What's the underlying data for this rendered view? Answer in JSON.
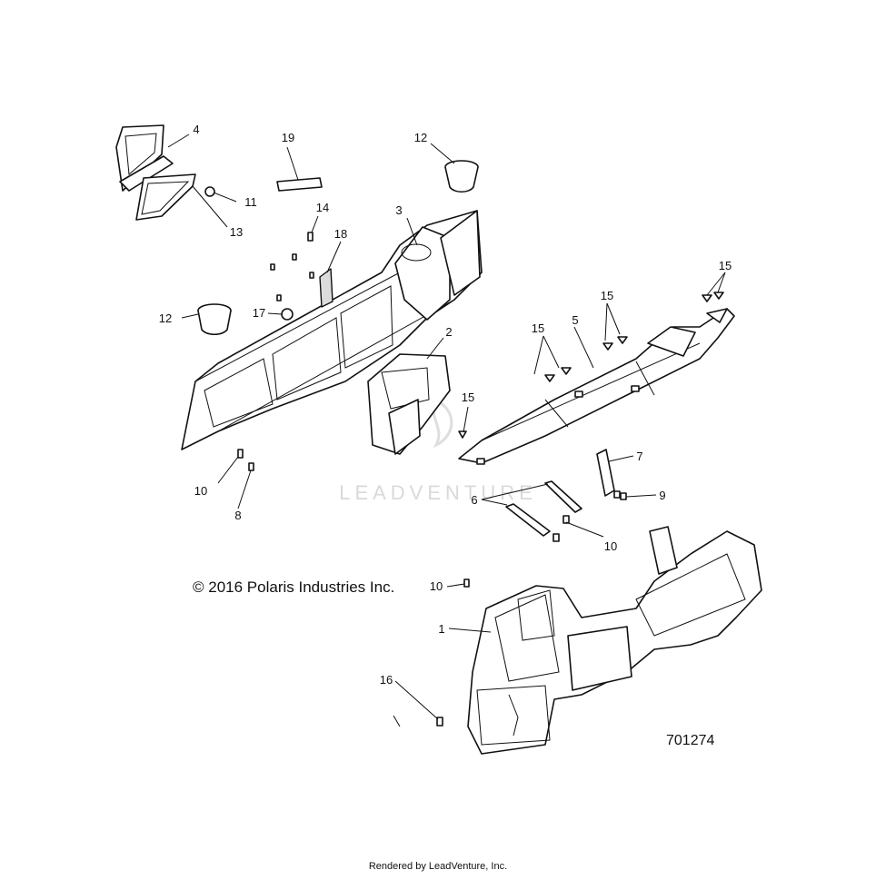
{
  "callouts": {
    "c1": "1",
    "c2": "2",
    "c3": "3",
    "c4": "4",
    "c5": "5",
    "c6": "6",
    "c7": "7",
    "c8": "8",
    "c9": "9",
    "c10a": "10",
    "c10b": "10",
    "c10c": "10",
    "c11": "11",
    "c12a": "12",
    "c12b": "12",
    "c13": "13",
    "c14": "14",
    "c15a": "15",
    "c15b": "15",
    "c15c": "15",
    "c15d": "15",
    "c16": "16",
    "c17": "17",
    "c18": "18",
    "c19": "19"
  },
  "copyright": "© 2016 Polaris Industries Inc.",
  "diagram_id": "701274",
  "watermark": "LEADVENTURE",
  "footer": "Rendered by LeadVenture, Inc.",
  "colors": {
    "line": "#111111",
    "watermark": "#d9d9d9",
    "background": "#ffffff"
  }
}
